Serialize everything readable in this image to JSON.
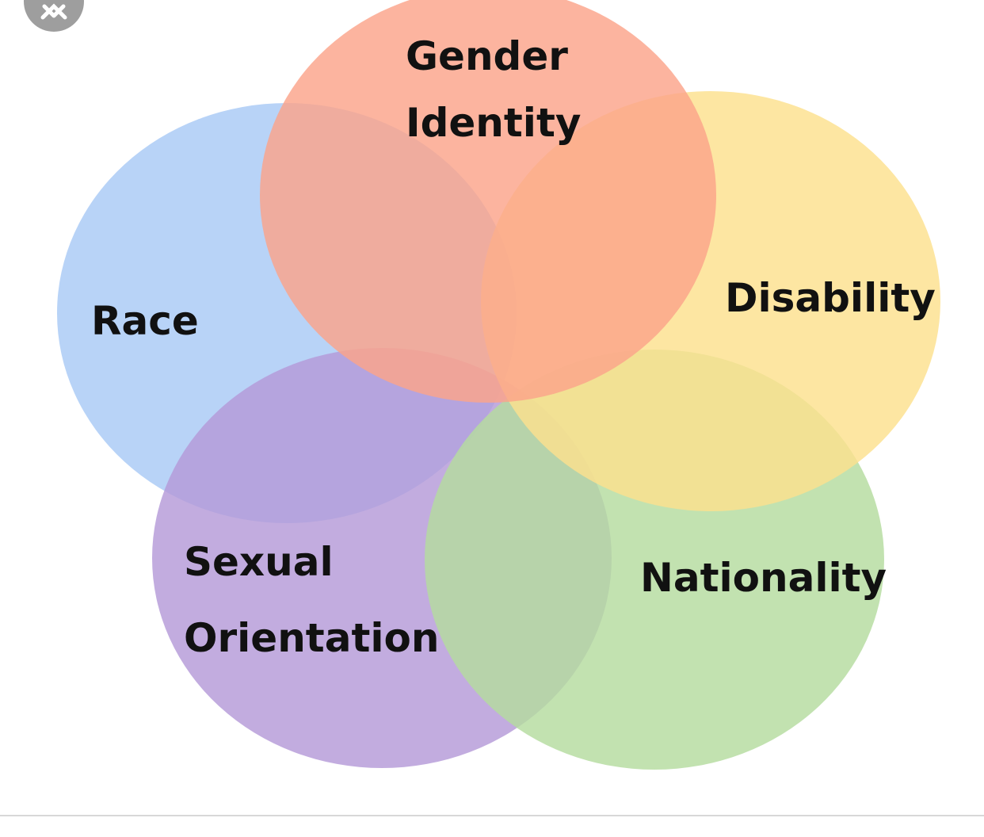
{
  "circles": [
    {
      "id": "race",
      "color": "#a8c9f5",
      "label_lines": [
        "Race"
      ]
    },
    {
      "id": "sexual-orientation",
      "color": "#b49ad8",
      "label_lines": [
        "Sexual",
        "Orientation"
      ]
    },
    {
      "id": "nationality",
      "color": "#b5dc9f",
      "label_lines": [
        "Nationality"
      ]
    },
    {
      "id": "disability",
      "color": "#fde08e",
      "label_lines": [
        "Disability"
      ]
    },
    {
      "id": "gender-identity",
      "color": "#fba48a",
      "label_lines": [
        "Gender",
        "Identity"
      ]
    }
  ],
  "close_icon": "close-icon"
}
